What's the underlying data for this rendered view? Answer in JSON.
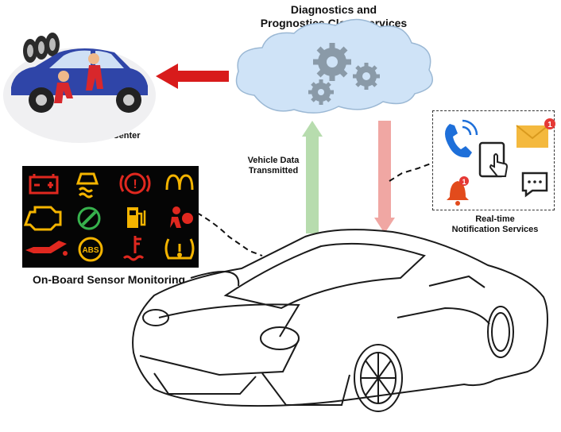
{
  "diagram": {
    "cloud": {
      "title": "Diagnostics and\nPrognostics Cloud services"
    },
    "repair_center": {
      "label": "Vehicle Repair Center"
    },
    "transmission": {
      "label": "Vehicle Data\nTransmitted"
    },
    "notifications": {
      "label": "Real-time\nNotification Services",
      "badge_count": "1"
    },
    "sensors": {
      "label": "On-Board Sensor Monitoring",
      "abs_text": "ABS"
    }
  },
  "colors": {
    "cloud_fill": "#cfe3f7",
    "gear": "#8a9aa8",
    "arrow_red": "#d81b1b",
    "arrow_up": "#b7dcae",
    "arrow_down": "#f0a7a3",
    "repair_car": "#2f45a8",
    "mechanic": "#d8272b",
    "warning_red": "#e0281f",
    "warning_amber": "#f4b400",
    "warning_green": "#37b24d",
    "phone_blue": "#1e6fd9",
    "badge": "#e53935"
  }
}
